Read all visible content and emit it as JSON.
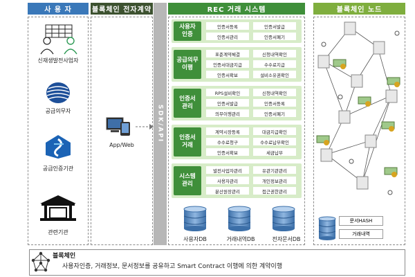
{
  "headers": {
    "users": "사 용 자",
    "contract": "블록체인 전자계약",
    "rec": "REC 거래 시스템",
    "node": "블록체인 노드"
  },
  "users": [
    {
      "label": "신재생발전사업자",
      "icon": "people-grid-icon"
    },
    {
      "label": "공급의무자",
      "icon": "globe-logo-icon"
    },
    {
      "label": "공급인증기관",
      "icon": "agency-logo-icon"
    },
    {
      "label": "관련기관",
      "icon": "building-icon"
    }
  ],
  "client": {
    "label": "App/Web",
    "icon": "devices-icon"
  },
  "sdk": "SDK/API",
  "rec_rows": [
    {
      "category": "사용자\n인증",
      "items": [
        "인증서등록",
        "인증서발급",
        "인증서관리",
        "인증서폐기"
      ]
    },
    {
      "category": "공급의무\n이행",
      "items": [
        "표준계약체결",
        "신청내역확인",
        "인증서대금지급",
        "수수료지급",
        "인증서확보",
        "설비소유권확인"
      ]
    },
    {
      "category": "인증서\n관리",
      "items": [
        "RPS설비확인",
        "신청내역확인",
        "인증서발급",
        "인증서등록",
        "의무이행관리",
        "인증서폐기"
      ]
    },
    {
      "category": "인증서\n거래",
      "items": [
        "계약시장등록",
        "대금지급확인",
        "수수료청구",
        "수수료납부확인",
        "인증서확보",
        "세금납부"
      ]
    },
    {
      "category": "시스템\n관리",
      "items": [
        "발전사업자관리",
        "유관기관관리",
        "사용자관리",
        "개인정보관리",
        "분산원장관리",
        "접근권한관리"
      ]
    }
  ],
  "databases": [
    "사용자DB",
    "거래내역DB",
    "전자문서DB"
  ],
  "node_boxes": [
    "문서HASH",
    "거래내역"
  ],
  "bottom": {
    "title": "블록체인",
    "text": "사용자인증, 거래정보, 문서정보를 공유하고 Smart Contract 이행에 의한 계약이행"
  },
  "colors": {
    "blue": "#3a78b9",
    "dark_green": "#3d5230",
    "green": "#3f8f3a",
    "light_green": "#7fae3e",
    "row_bg": "#d7ecc8"
  }
}
